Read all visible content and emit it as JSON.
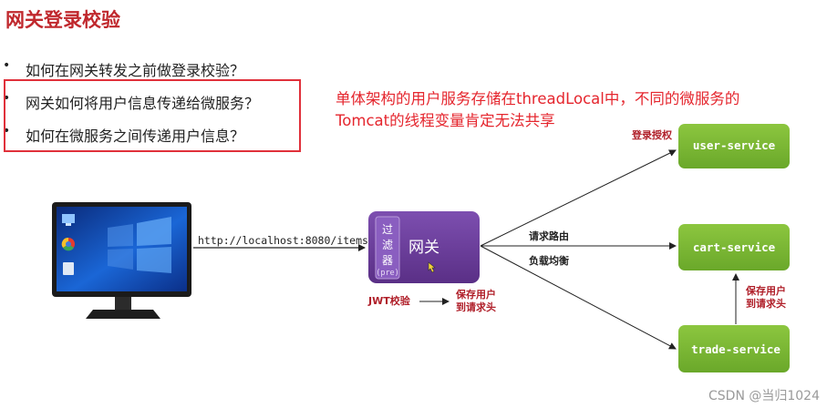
{
  "title": "网关登录校验",
  "bullets": [
    "如何在网关转发之前做登录校验？",
    "网关如何将用户信息传递给微服务？",
    "如何在微服务之间传递用户信息？"
  ],
  "note": {
    "line1": "单体架构的用户服务存储在threadLocal中，不同的微服务的",
    "line2": "Tomcat的线程变量肯定无法共享"
  },
  "client": {
    "url": "http://localhost:8080/items"
  },
  "gateway": {
    "label": "网关",
    "filter_chars": [
      "过",
      "滤",
      "器"
    ],
    "filter_tag": "(pre)",
    "jwt_label": "JWT校验",
    "save_line1": "保存用户",
    "save_line2": "到请求头"
  },
  "routes": {
    "routing_label": "请求路由",
    "lb_label": "负载均衡",
    "auth_label": "登录授权"
  },
  "services": {
    "user": "user-service",
    "cart": "cart-service",
    "trade": "trade-service"
  },
  "trade_to_cart": {
    "line1": "保存用户",
    "line2": "到请求头"
  },
  "colors": {
    "accent_red": "#e5262e",
    "gateway_purple": "#6b3f9a",
    "service_green": "#7bb32e"
  },
  "watermark": "CSDN @当归1024"
}
